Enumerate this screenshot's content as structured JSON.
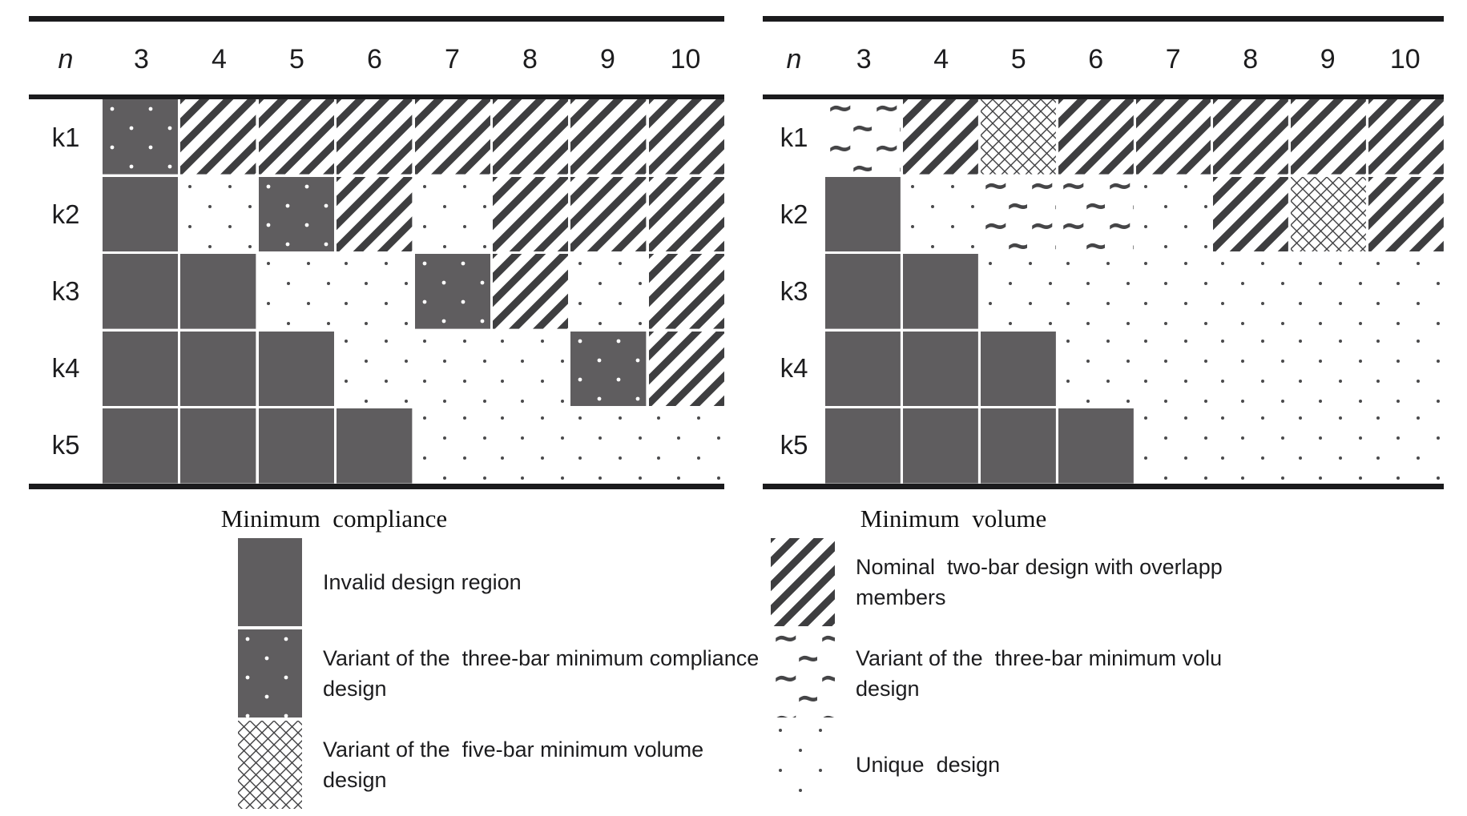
{
  "colors": {
    "solid_fill": "#5f5d5f",
    "stripe": "#3e3e40",
    "dot_dark": "#4a4a4c",
    "dot_light": "#ffffff",
    "rule": "#1b1b1d",
    "text": "#1c1c1e"
  },
  "pattern_names": {
    "invalid": "solid-gray",
    "variant3c": "dark-with-white-dots",
    "variant5v": "crosshatch",
    "twobar": "diagonal-stripes",
    "variant3v": "wave-tildes",
    "unique": "sparse-dots"
  },
  "tables": [
    {
      "col_header": "n",
      "cols": [
        "3",
        "4",
        "5",
        "6",
        "7",
        "8",
        "9",
        "10"
      ],
      "rows": [
        {
          "label": "k1",
          "cells": [
            "variant3c",
            "twobar",
            "twobar",
            "twobar",
            "twobar",
            "twobar",
            "twobar",
            "twobar"
          ]
        },
        {
          "label": "k2",
          "cells": [
            "invalid",
            "unique",
            "variant3c",
            "twobar",
            "unique",
            "twobar",
            "twobar",
            "twobar"
          ]
        },
        {
          "label": "k3",
          "cells": [
            "invalid",
            "invalid",
            "unique",
            "unique",
            "variant3c",
            "twobar",
            "unique",
            "twobar"
          ]
        },
        {
          "label": "k4",
          "cells": [
            "invalid",
            "invalid",
            "invalid",
            "unique",
            "unique",
            "unique",
            "variant3c",
            "twobar"
          ]
        },
        {
          "label": "k5",
          "cells": [
            "invalid",
            "invalid",
            "invalid",
            "invalid",
            "unique",
            "unique",
            "unique",
            "unique"
          ]
        }
      ]
    },
    {
      "col_header": "n",
      "cols": [
        "3",
        "4",
        "5",
        "6",
        "7",
        "8",
        "9",
        "10"
      ],
      "rows": [
        {
          "label": "k1",
          "cells": [
            "variant3v",
            "twobar",
            "variant5v",
            "twobar",
            "twobar",
            "twobar",
            "twobar",
            "twobar"
          ]
        },
        {
          "label": "k2",
          "cells": [
            "invalid",
            "unique",
            "variant3v",
            "variant3v",
            "unique",
            "twobar",
            "variant5v",
            "twobar"
          ]
        },
        {
          "label": "k3",
          "cells": [
            "invalid",
            "invalid",
            "unique",
            "unique",
            "unique",
            "unique",
            "unique",
            "unique"
          ]
        },
        {
          "label": "k4",
          "cells": [
            "invalid",
            "invalid",
            "invalid",
            "unique",
            "unique",
            "unique",
            "unique",
            "unique"
          ]
        },
        {
          "label": "k5",
          "cells": [
            "invalid",
            "invalid",
            "invalid",
            "invalid",
            "unique",
            "unique",
            "unique",
            "unique"
          ]
        }
      ]
    }
  ],
  "legends": [
    {
      "title": "Minimum  compliance",
      "items": [
        {
          "pattern": "invalid",
          "lines": [
            "Invalid design region"
          ]
        },
        {
          "pattern": "variant3c",
          "lines": [
            "Variant of the  three-bar minimum compliance",
            "design"
          ]
        },
        {
          "pattern": "variant5v",
          "lines": [
            "Variant of the  five-bar minimum volume",
            "design"
          ]
        }
      ]
    },
    {
      "title": "Minimum  volume",
      "items": [
        {
          "pattern": "twobar",
          "lines": [
            "Nominal  two-bar design with overlapp",
            "members"
          ]
        },
        {
          "pattern": "variant3v",
          "lines": [
            "Variant of the  three-bar minimum volu",
            "design"
          ]
        },
        {
          "pattern": "unique",
          "lines": [
            "Unique  design"
          ]
        }
      ]
    }
  ],
  "chart_data": [
    {
      "type": "heatmap",
      "title": "Minimum compliance",
      "xlabel": "n",
      "x": [
        3,
        4,
        5,
        6,
        7,
        8,
        9,
        10
      ],
      "y": [
        "k1",
        "k2",
        "k3",
        "k4",
        "k5"
      ],
      "values": [
        [
          "variant-three-bar-min-compliance",
          "two-bar-overlapping",
          "two-bar-overlapping",
          "two-bar-overlapping",
          "two-bar-overlapping",
          "two-bar-overlapping",
          "two-bar-overlapping",
          "two-bar-overlapping"
        ],
        [
          "invalid",
          "unique",
          "variant-three-bar-min-compliance",
          "two-bar-overlapping",
          "unique",
          "two-bar-overlapping",
          "two-bar-overlapping",
          "two-bar-overlapping"
        ],
        [
          "invalid",
          "invalid",
          "unique",
          "unique",
          "variant-three-bar-min-compliance",
          "two-bar-overlapping",
          "unique",
          "two-bar-overlapping"
        ],
        [
          "invalid",
          "invalid",
          "invalid",
          "unique",
          "unique",
          "unique",
          "variant-three-bar-min-compliance",
          "two-bar-overlapping"
        ],
        [
          "invalid",
          "invalid",
          "invalid",
          "invalid",
          "unique",
          "unique",
          "unique",
          "unique"
        ]
      ],
      "legend_position": "bottom"
    },
    {
      "type": "heatmap",
      "title": "Minimum volume",
      "xlabel": "n",
      "x": [
        3,
        4,
        5,
        6,
        7,
        8,
        9,
        10
      ],
      "y": [
        "k1",
        "k2",
        "k3",
        "k4",
        "k5"
      ],
      "values": [
        [
          "variant-three-bar-min-volume",
          "two-bar-overlapping",
          "variant-five-bar-min-volume",
          "two-bar-overlapping",
          "two-bar-overlapping",
          "two-bar-overlapping",
          "two-bar-overlapping",
          "two-bar-overlapping"
        ],
        [
          "invalid",
          "unique",
          "variant-three-bar-min-volume",
          "variant-three-bar-min-volume",
          "unique",
          "two-bar-overlapping",
          "variant-five-bar-min-volume",
          "two-bar-overlapping"
        ],
        [
          "invalid",
          "invalid",
          "unique",
          "unique",
          "unique",
          "unique",
          "unique",
          "unique"
        ],
        [
          "invalid",
          "invalid",
          "invalid",
          "unique",
          "unique",
          "unique",
          "unique",
          "unique"
        ],
        [
          "invalid",
          "invalid",
          "invalid",
          "invalid",
          "unique",
          "unique",
          "unique",
          "unique"
        ]
      ],
      "legend_position": "bottom"
    }
  ]
}
